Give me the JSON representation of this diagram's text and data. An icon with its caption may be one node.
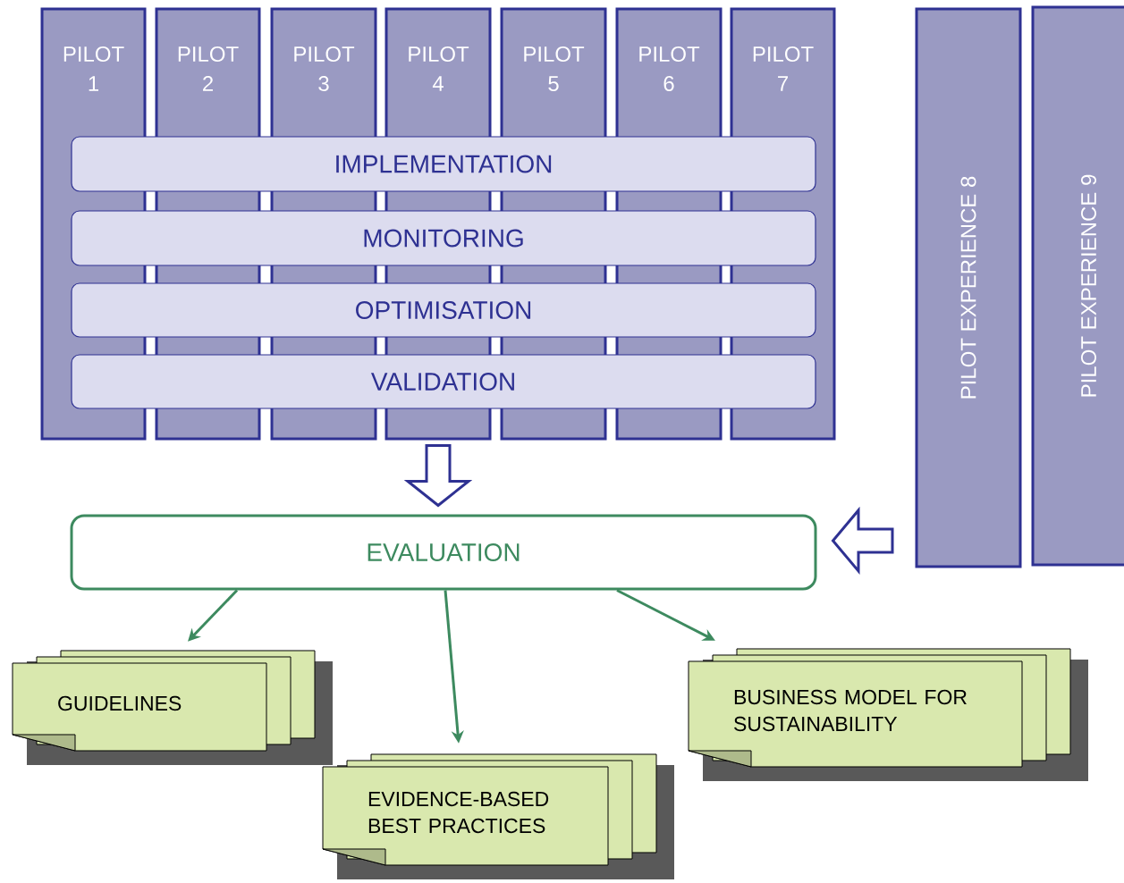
{
  "diagram": {
    "nodes": [
      {
        "text": [
          "PILOT 1"
        ]
      },
      {
        "text": [
          "PILOT 2"
        ]
      },
      {
        "text": [
          "PILOT 3"
        ]
      },
      {
        "text": [
          "PILOT 4"
        ]
      },
      {
        "text": [
          "PILOT 5"
        ]
      },
      {
        "text": [
          "PILOT 6"
        ]
      },
      {
        "text": [
          "PILOT 7"
        ]
      },
      {
        "text": [
          "IMPLEMENTATION"
        ]
      },
      {
        "text": [
          "MONITORING"
        ]
      },
      {
        "text": [
          "OPTIMISATION"
        ]
      },
      {
        "text": [
          "VALIDATION"
        ]
      },
      {
        "text": [
          "PILOT EXPERIENCE 8"
        ]
      },
      {
        "text": [
          "PILOT EXPERIENCE 9"
        ]
      },
      {
        "text": [
          "EVALUATION"
        ]
      },
      {
        "text": [
          "GUIDELINES"
        ]
      },
      {
        "text": [
          "EVIDENCE-BASED BEST PRACTICES"
        ]
      },
      {
        "text": [
          "BUSINESS MODEL FOR SUSTAINABILITY"
        ]
      }
    ],
    "edges": [
      {
        "from": 3,
        "to": 13,
        "arrow": "to",
        "style": "thick",
        "color": "#2e3192"
      },
      {
        "from": 11,
        "to": 13,
        "arrow": "to",
        "style": "thick",
        "color": "#2e3192"
      },
      {
        "from": 13,
        "to": 14,
        "arrow": "to"
      },
      {
        "from": 13,
        "to": 15,
        "arrow": "to"
      },
      {
        "from": 13,
        "to": 16,
        "arrow": "to"
      }
    ]
  }
}
